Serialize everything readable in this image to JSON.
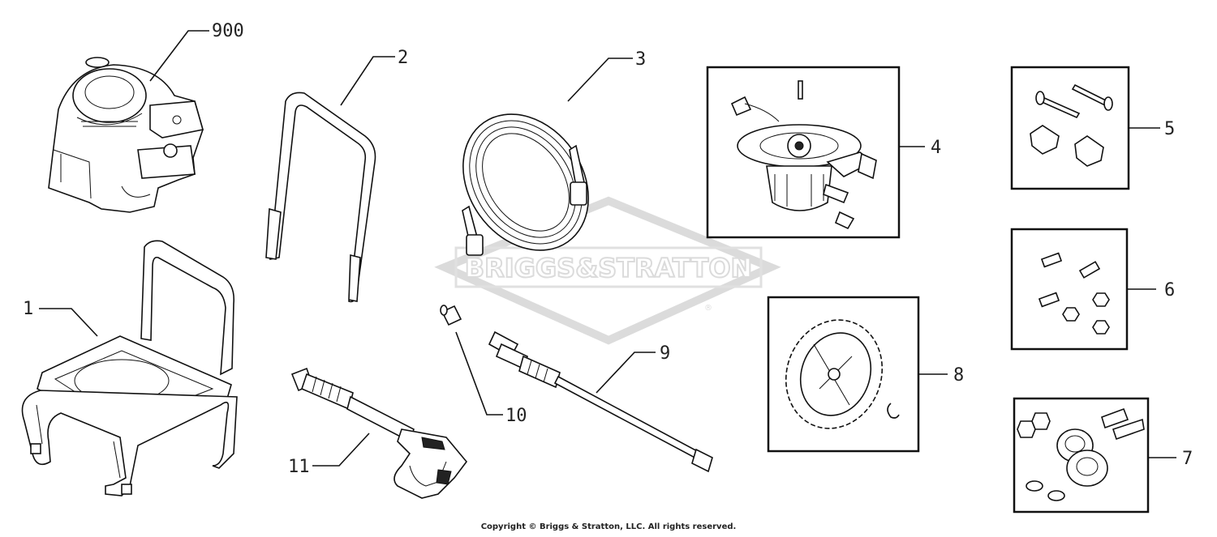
{
  "watermark": "BRIGGS&STRATTON",
  "copyright": "Copyright © Briggs & Stratton, LLC. All rights reserved.",
  "callouts": {
    "p900": "900",
    "p1": "1",
    "p2": "2",
    "p3": "3",
    "p4": "4",
    "p5": "5",
    "p6": "6",
    "p7": "7",
    "p8": "8",
    "p9": "9",
    "p10": "10",
    "p11": "11"
  },
  "icons": {
    "watermark": "registered-mark"
  }
}
